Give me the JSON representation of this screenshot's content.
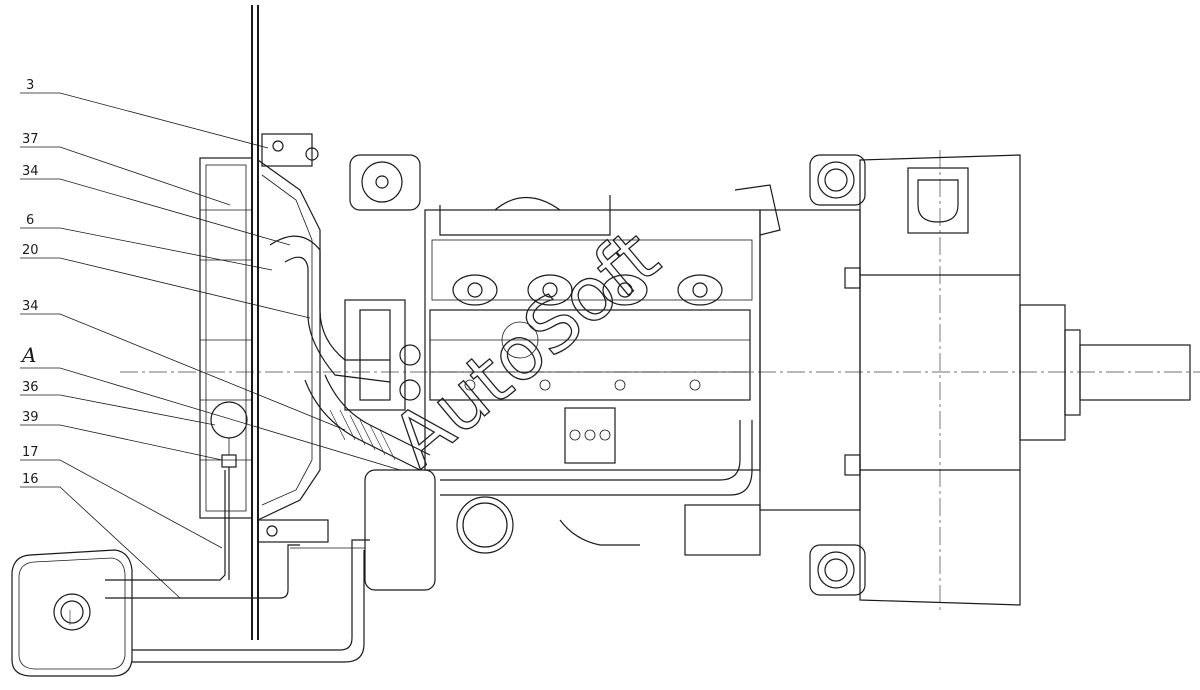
{
  "callouts": [
    {
      "id": "c3",
      "label": "3"
    },
    {
      "id": "c37",
      "label": "37"
    },
    {
      "id": "c34a",
      "label": "34"
    },
    {
      "id": "c6",
      "label": "6"
    },
    {
      "id": "c20",
      "label": "20"
    },
    {
      "id": "c34b",
      "label": "34"
    },
    {
      "id": "cA",
      "label": "A"
    },
    {
      "id": "c36",
      "label": "36"
    },
    {
      "id": "c39",
      "label": "39"
    },
    {
      "id": "c17",
      "label": "17"
    },
    {
      "id": "c16",
      "label": "16"
    }
  ],
  "watermark": "AutoSoft"
}
